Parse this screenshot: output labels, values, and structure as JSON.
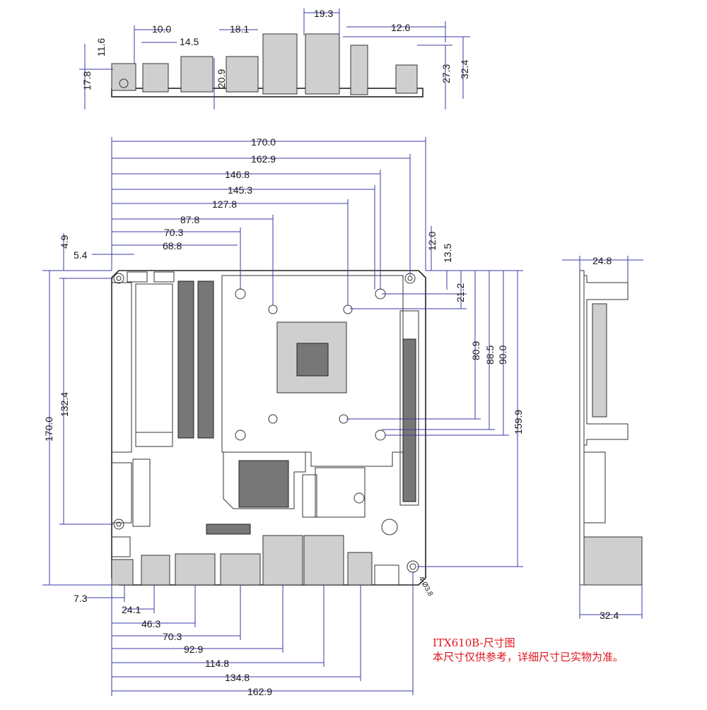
{
  "top_view": {
    "dims": [
      "19.3",
      "10.0",
      "18.1",
      "12.6",
      "11.6",
      "14.5",
      "17.8",
      "20.9",
      "27.3",
      "32.4"
    ]
  },
  "front_view": {
    "horizontal_dims": [
      "170.0",
      "162.9",
      "146.8",
      "145.3",
      "127.8",
      "87.8",
      "70.3",
      "68.8",
      "5.4"
    ],
    "left_dims": [
      "4.9",
      "170.0",
      "132.4"
    ],
    "right_dims": [
      "12.0",
      "13.5",
      "21.2",
      "80.9",
      "88.5",
      "90.0",
      "159.9"
    ],
    "bottom_dims": [
      "7.3",
      "24.1",
      "46.3",
      "70.3",
      "92.9",
      "114.8",
      "134.8",
      "162.9"
    ],
    "hole_note": "4-Ø3.8"
  },
  "side_view": {
    "top_dim": "24.8",
    "bottom_dim": "32.4"
  },
  "notes": {
    "title": "ITX610B-尺寸图",
    "subtitle": "本尺寸仅供参考，详细尺寸已实物为准。"
  }
}
